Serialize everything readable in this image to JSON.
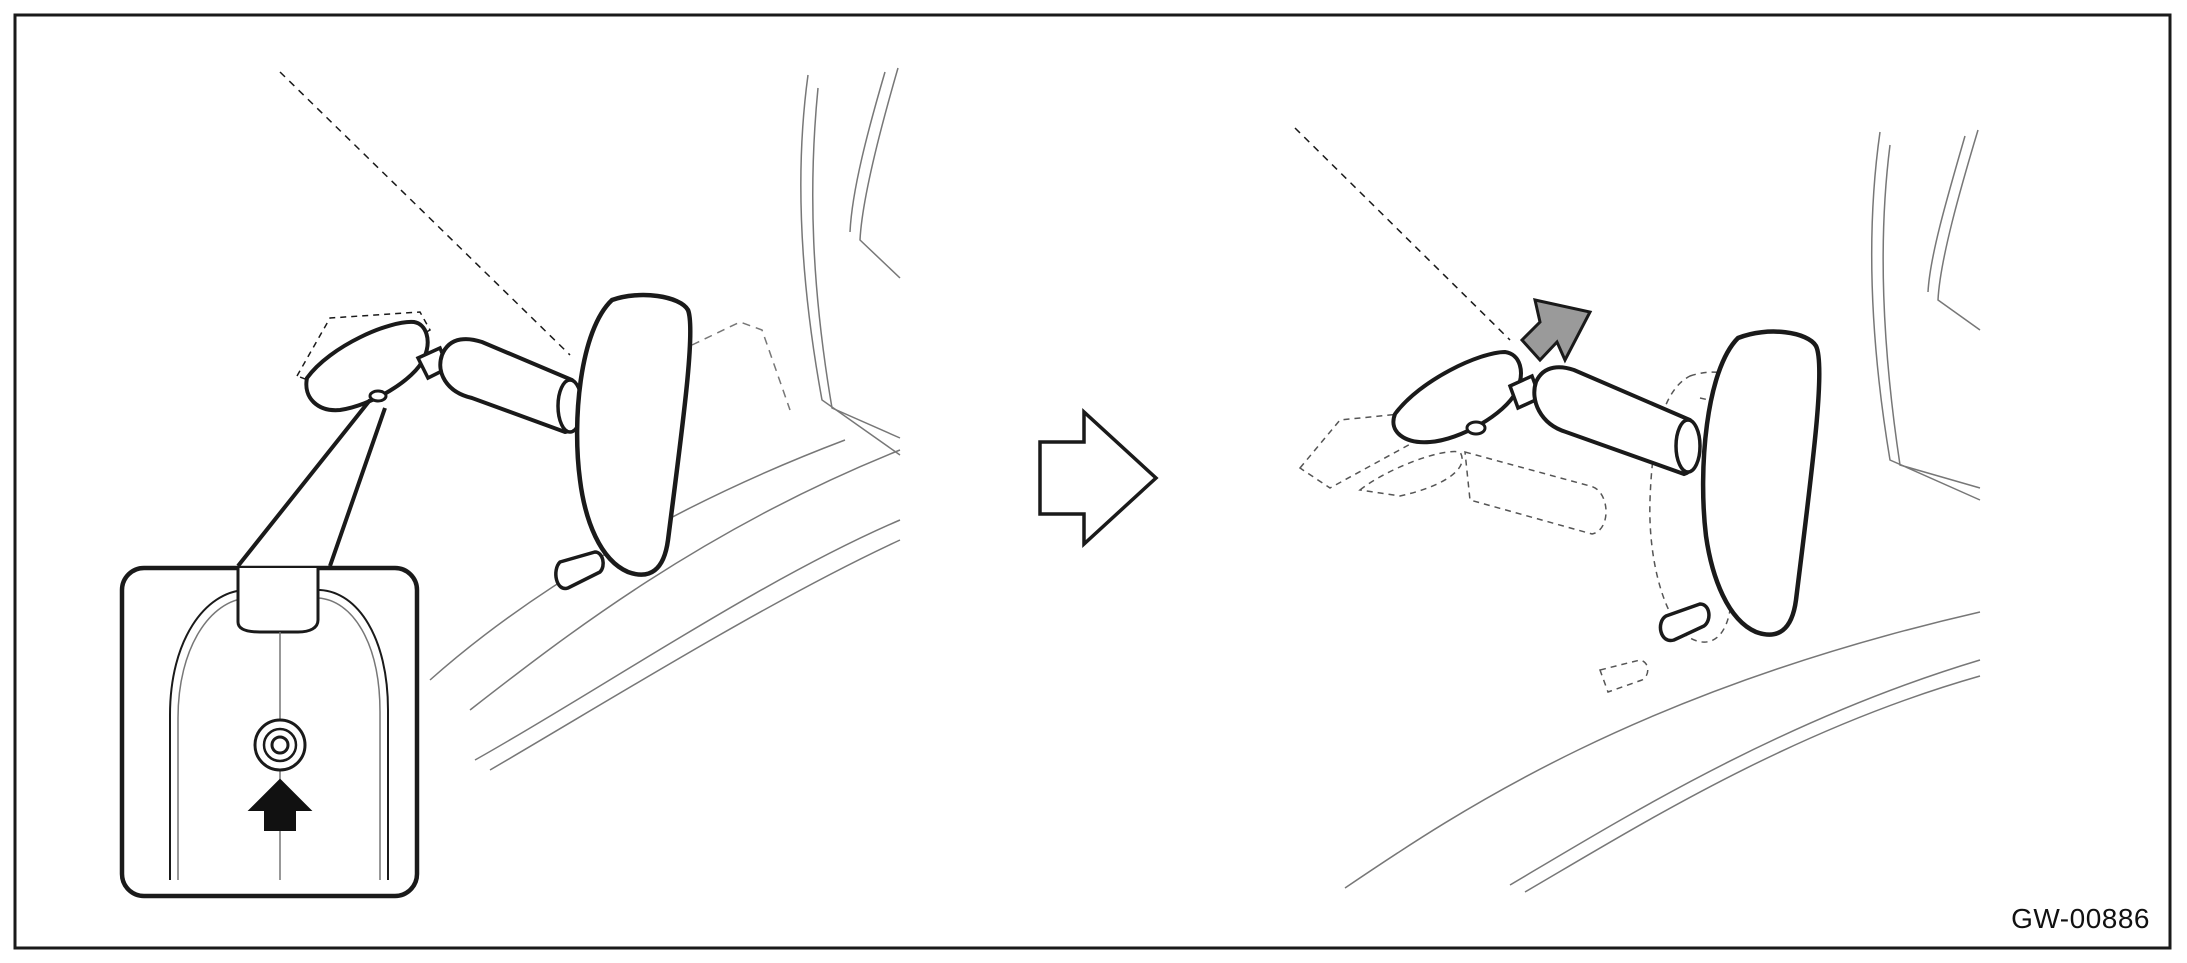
{
  "figure": {
    "code": "GW-00886",
    "colors": {
      "line": "#1a1a1a",
      "faint_line": "#777777",
      "direction_arrow_fill": "#9a9a9a",
      "locator_arrow_fill": "#111111",
      "background": "#ffffff"
    },
    "icons": {
      "step_arrow": "hollow-right-arrow",
      "direction_arrow": "gray-up-arrow",
      "locator_arrow": "black-up-arrow"
    }
  }
}
